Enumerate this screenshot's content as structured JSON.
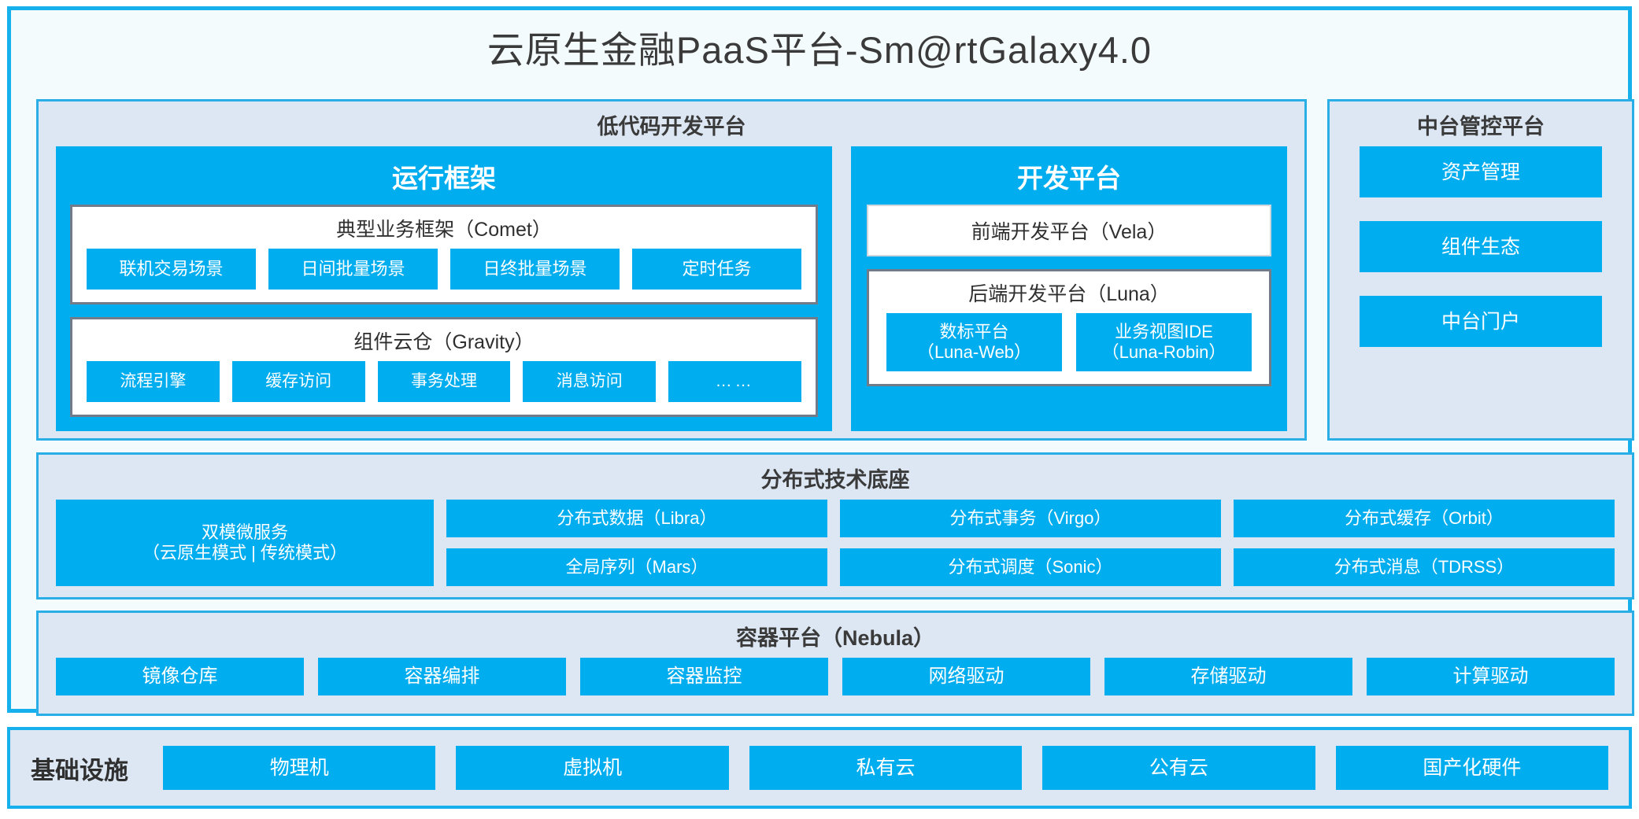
{
  "title": "云原生金融PaaS平台-Sm@rtGalaxy4.0",
  "colors": {
    "accent": "#00adee",
    "panel_border": "#2aaee6",
    "panel_bg": "#dce7f3",
    "frame_border": "#16b0ec",
    "card_border": "#727b8a",
    "text_dark": "#3a3a3a"
  },
  "lowcode": {
    "title": "低代码开发平台",
    "runtime": {
      "title": "运行框架",
      "comet": {
        "title": "典型业务框架（Comet）",
        "tiles": [
          "联机交易场景",
          "日间批量场景",
          "日终批量场景",
          "定时任务"
        ]
      },
      "gravity": {
        "title": "组件云仓（Gravity）",
        "tiles": [
          "流程引擎",
          "缓存访问",
          "事务处理",
          "消息访问",
          "……"
        ]
      }
    },
    "dev": {
      "title": "开发平台",
      "vela": "前端开发平台（Vela）",
      "luna": {
        "title": "后端开发平台（Luna）",
        "tiles": [
          {
            "line1": "数标平台",
            "line2": "（Luna-Web）"
          },
          {
            "line1": "业务视图IDE",
            "line2": "（Luna-Robin）"
          }
        ]
      }
    }
  },
  "midoffice": {
    "title": "中台管控平台",
    "tiles": [
      "资产管理",
      "组件生态",
      "中台门户"
    ]
  },
  "base": {
    "title": "分布式技术底座",
    "wide_tile": {
      "line1": "双模微服务",
      "line2": "（云原生模式 | 传统模式）"
    },
    "columns": [
      [
        "分布式数据（Libra）",
        "全局序列（Mars）"
      ],
      [
        "分布式事务（Virgo）",
        "分布式调度（Sonic）"
      ],
      [
        "分布式缓存（Orbit）",
        "分布式消息（TDRSS）"
      ]
    ]
  },
  "container": {
    "title": "容器平台（Nebula）",
    "tiles": [
      "镜像仓库",
      "容器编排",
      "容器监控",
      "网络驱动",
      "存储驱动",
      "计算驱动"
    ]
  },
  "infra": {
    "label": "基础设施",
    "tiles": [
      "物理机",
      "虚拟机",
      "私有云",
      "公有云",
      "国产化硬件"
    ]
  }
}
